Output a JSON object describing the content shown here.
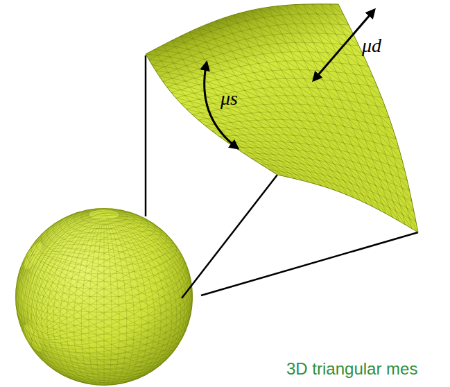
{
  "diagram": {
    "labels": [
      "μs",
      "μd",
      "3D triangular mes"
    ]
  }
}
